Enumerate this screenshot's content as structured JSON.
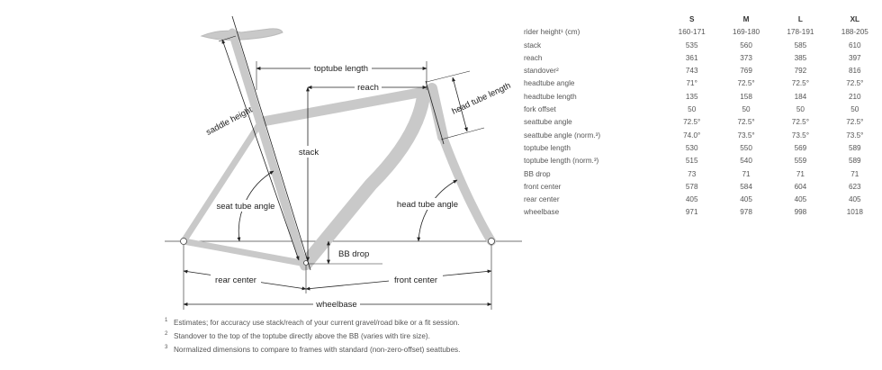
{
  "diagram": {
    "labels": {
      "toptube_length": "toptube length",
      "reach": "reach",
      "head_tube_length": "head tube length",
      "saddle_height": "saddle height",
      "stack": "stack",
      "seat_tube_angle": "seat tube angle",
      "head_tube_angle": "head tube angle",
      "bb_drop": "BB drop",
      "rear_center": "rear center",
      "front_center": "front center",
      "wheelbase": "wheelbase"
    }
  },
  "table": {
    "sizes": [
      "S",
      "M",
      "L",
      "XL"
    ],
    "rows": [
      {
        "label": "rider height¹ (cm)",
        "values": [
          "160-171",
          "169-180",
          "178-191",
          "188-205"
        ]
      },
      {
        "label": "stack",
        "values": [
          "535",
          "560",
          "585",
          "610"
        ]
      },
      {
        "label": "reach",
        "values": [
          "361",
          "373",
          "385",
          "397"
        ]
      },
      {
        "label": "standover²",
        "values": [
          "743",
          "769",
          "792",
          "816"
        ]
      },
      {
        "label": "headtube angle",
        "values": [
          "71°",
          "72.5°",
          "72.5°",
          "72.5°"
        ]
      },
      {
        "label": "headtube length",
        "values": [
          "135",
          "158",
          "184",
          "210"
        ]
      },
      {
        "label": "fork offset",
        "values": [
          "50",
          "50",
          "50",
          "50"
        ]
      },
      {
        "label": "seattube angle",
        "values": [
          "72.5°",
          "72.5°",
          "72.5°",
          "72.5°"
        ]
      },
      {
        "label": "seattube angle (norm.³)",
        "values": [
          "74.0°",
          "73.5°",
          "73.5°",
          "73.5°"
        ]
      },
      {
        "label": "toptube length",
        "values": [
          "530",
          "550",
          "569",
          "589"
        ]
      },
      {
        "label": "toptube length (norm.³)",
        "values": [
          "515",
          "540",
          "559",
          "589"
        ]
      },
      {
        "label": "BB drop",
        "values": [
          "73",
          "71",
          "71",
          "71"
        ]
      },
      {
        "label": "front center",
        "values": [
          "578",
          "584",
          "604",
          "623"
        ]
      },
      {
        "label": "rear center",
        "values": [
          "405",
          "405",
          "405",
          "405"
        ]
      },
      {
        "label": "wheelbase",
        "values": [
          "971",
          "978",
          "998",
          "1018"
        ]
      }
    ]
  },
  "footnotes": [
    {
      "marker": "1",
      "text": "Estimates; for accuracy use stack/reach of your current gravel/road bike or a fit session."
    },
    {
      "marker": "2",
      "text": "Standover to the top of the toptube directly above the BB (varies with tire size)."
    },
    {
      "marker": "3",
      "text": "Normalized dimensions to compare to frames with standard (non-zero-offset) seattubes."
    }
  ]
}
